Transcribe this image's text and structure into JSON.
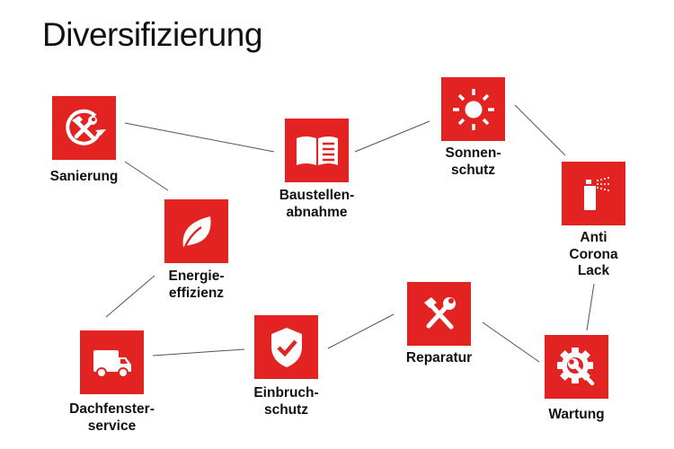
{
  "title": "Diversifizierung",
  "accent_color": "#e32322",
  "nodes": {
    "sanierung": {
      "lines": [
        "Sanierung"
      ],
      "icon": "renovation-cycle-icon"
    },
    "baustellen": {
      "lines": [
        "Baustellen-",
        "abnahme"
      ],
      "icon": "open-book-icon"
    },
    "sonnen": {
      "lines": [
        "Sonnen-",
        "schutz"
      ],
      "icon": "sun-icon"
    },
    "anti": {
      "lines": [
        "Anti",
        "Corona",
        "Lack"
      ],
      "icon": "spray-can-icon"
    },
    "energie": {
      "lines": [
        "Energie-",
        "effizienz"
      ],
      "icon": "leaf-icon"
    },
    "dachfenster": {
      "lines": [
        "Dachfenster-",
        "service"
      ],
      "icon": "truck-icon"
    },
    "einbruch": {
      "lines": [
        "Einbruch-",
        "schutz"
      ],
      "icon": "shield-check-icon"
    },
    "reparatur": {
      "lines": [
        "Reparatur"
      ],
      "icon": "hammer-wrench-icon"
    },
    "wartung": {
      "lines": [
        "Wartung"
      ],
      "icon": "gear-wrench-icon"
    }
  }
}
